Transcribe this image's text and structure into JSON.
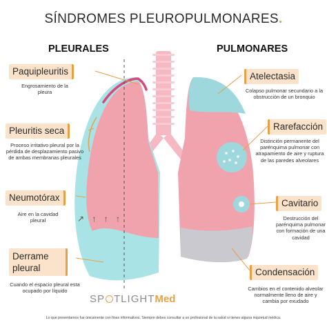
{
  "title": "SÍNDROMES PLEUROPULMONARES",
  "title_dot": ".",
  "columns": {
    "left": "PLEURALES",
    "right": "PULMONARES"
  },
  "left_items": [
    {
      "label": "Paquipleuritis",
      "desc": "Engrosamiento de la pleura"
    },
    {
      "label": "Pleuritis seca",
      "desc": "Proceso irritativo pleural por la pérdida de desplazamiento pasivo de ambas membranas pleurales"
    },
    {
      "label": "Neumotórax",
      "desc": "Aire en la cavidad pleural"
    },
    {
      "label": "Derrame pleural",
      "label_line1": "Derrame",
      "label_line2": "pleural",
      "desc": "Cuando el espacio pleural esta ocupado por líquido"
    }
  ],
  "right_items": [
    {
      "label": "Atelectasia",
      "desc": "Colapso pulmonar secundario a la obstrucción de un bronquio"
    },
    {
      "label": "Rarefacción",
      "desc": "Distinción permanente del parénquima pulmonar con atrapamiento de aire y ruptura de las paredes alveolares"
    },
    {
      "label": "Cavitario",
      "desc": "Destrucción del parénquima pulmonar con formación de una cavidad"
    },
    {
      "label": "Condensación",
      "desc": "Cambios en el contenido alveolar normalmente lleno de aire y cambia por exudado"
    }
  ],
  "logo": {
    "part1": "SP",
    "part2": "TLIGHT",
    "part3": "Med"
  },
  "arrows_text": "↗ ↑ ↑ ↑",
  "footer": "Lo que presentamos fue únicamente con fines informativos. Siempre debes consultar a un profesional de la salud si tienes alguna inquietud médica.",
  "colors": {
    "accent": "#e8a046",
    "tag_bg": "#fbe3cb",
    "lung_pink": "#f0a3ad",
    "pleura_cyan": "#a9e3e6",
    "trachea": "#f6b9c3"
  }
}
